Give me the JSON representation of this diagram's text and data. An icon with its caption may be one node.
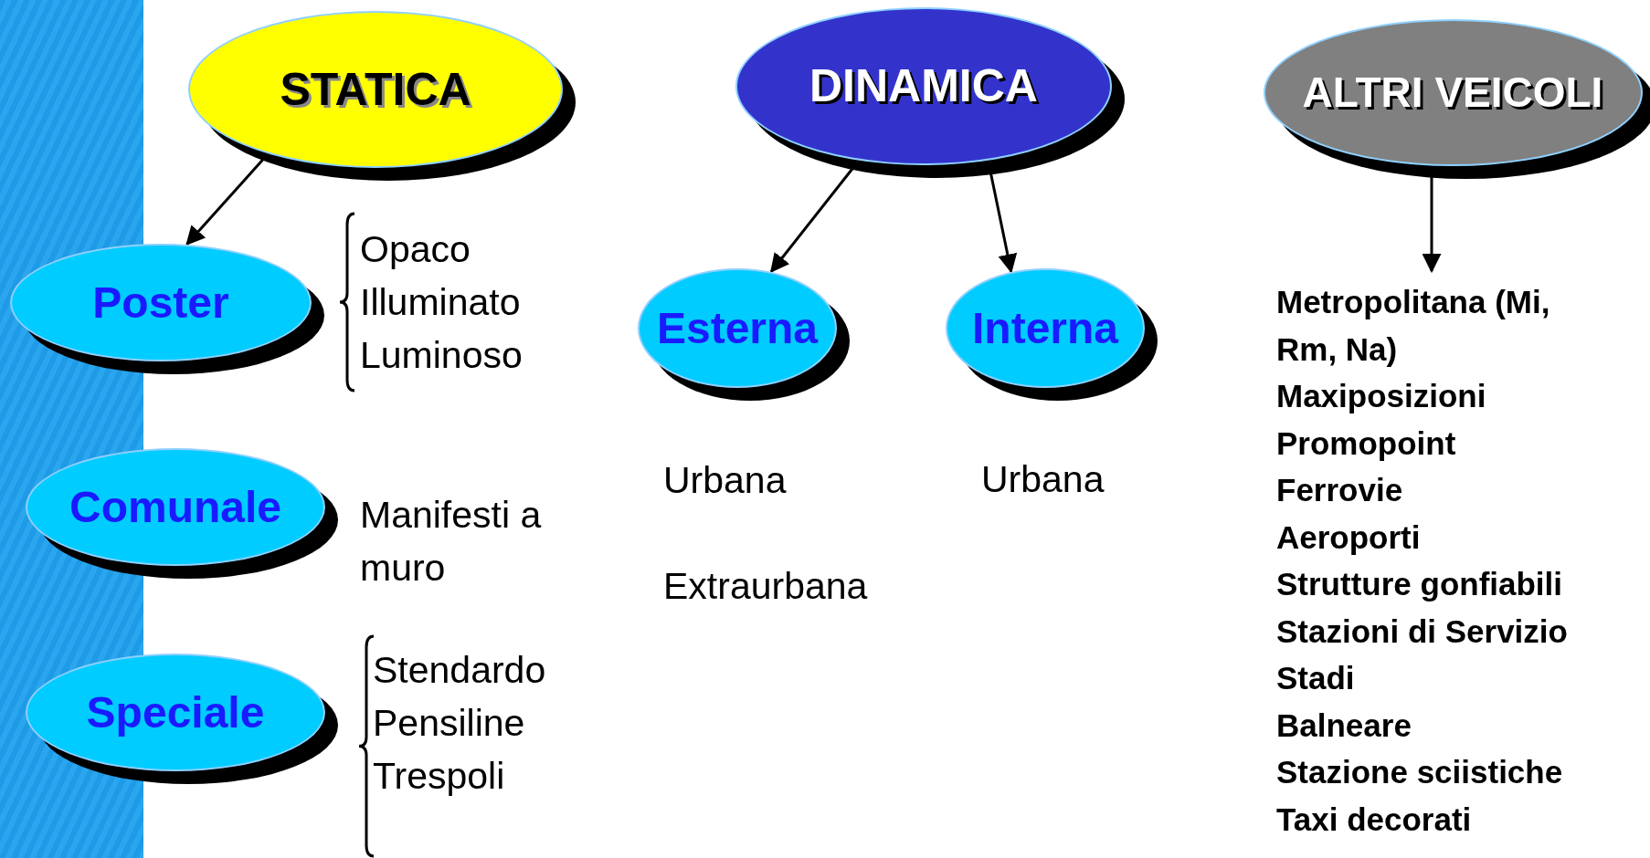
{
  "diagram": {
    "nodes": [
      {
        "text": [
          "STATICA"
        ]
      },
      {
        "text": [
          "DINAMICA"
        ]
      },
      {
        "text": [
          "ALTRI VEICOLI"
        ]
      },
      {
        "text": [
          "Poster"
        ],
        "beside": [
          "Opaco",
          "Illuminato",
          "Luminoso"
        ]
      },
      {
        "text": [
          "Comunale"
        ],
        "beside": [
          "Manifesti a muro"
        ]
      },
      {
        "text": [
          "Speciale"
        ],
        "beside": [
          "Stendardo",
          "Pensiline",
          "Trespoli"
        ]
      },
      {
        "text": [
          "Esterna"
        ],
        "beside": [
          "Urbana",
          "Extraurbana"
        ]
      },
      {
        "text": [
          "Interna"
        ],
        "beside": [
          "Urbana"
        ]
      },
      {
        "text": [
          "Metropolitana (Mi, Rm, Na)",
          "Maxiposizioni",
          "Promopoint",
          "Ferrovie",
          "Aeroporti",
          "Strutture gonfiabili",
          "Stazioni di Servizio",
          "Stadi",
          "Balneare",
          "Stazione sciistiche",
          "Taxi decorati"
        ]
      }
    ],
    "edges": [
      {
        "from": 0,
        "to": 3,
        "arrow": "to"
      },
      {
        "from": 1,
        "to": 6,
        "arrow": "to"
      },
      {
        "from": 1,
        "to": 7,
        "arrow": "to"
      },
      {
        "from": 2,
        "to": 8,
        "arrow": "to"
      }
    ]
  }
}
